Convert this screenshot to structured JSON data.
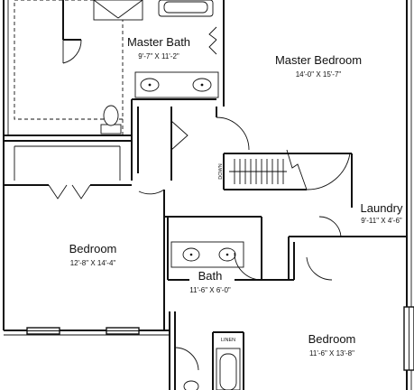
{
  "rooms": {
    "master_bath": {
      "name": "Master Bath",
      "dims": "9'-7\" X 11'-2\""
    },
    "master_bedroom": {
      "name": "Master Bedroom",
      "dims": "14'-0\" X 15'-7\""
    },
    "bedroom_left": {
      "name": "Bedroom",
      "dims": "12'-8\" X 14'-4\""
    },
    "bath": {
      "name": "Bath",
      "dims": "11'-6\" X 6'-0\""
    },
    "laundry": {
      "name": "Laundry",
      "dims": "9'-11\" X 4'-6\""
    },
    "bedroom_right": {
      "name": "Bedroom",
      "dims": "11'-6\" X 13'-8\""
    }
  },
  "labels": {
    "stairs_direction": "DOWN",
    "linen": "LINEN"
  }
}
